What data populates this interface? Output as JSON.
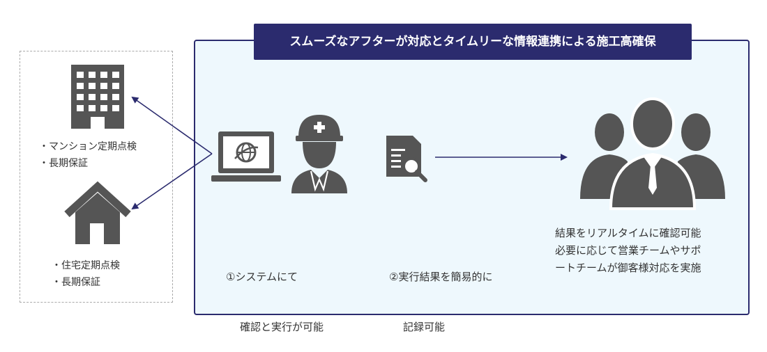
{
  "banner": {
    "title": "スムーズなアフターが対応とタイムリーな情報連携による施工高確保"
  },
  "left_panel": {
    "building": {
      "icon": "building-icon",
      "items": [
        "マンション定期点検",
        "長期保証"
      ]
    },
    "house": {
      "icon": "house-icon",
      "items": [
        "住宅定期点検",
        "長期保証"
      ]
    }
  },
  "steps": [
    {
      "icon": "laptop-globe-icon",
      "caption_line1": "①システムにて",
      "caption_line2": "確認と実行が可能"
    },
    {
      "icon": "document-search-icon",
      "caption_line1": "②実行結果を簡易的に",
      "caption_line2": "記録可能"
    }
  ],
  "worker": {
    "icon": "construction-worker-icon"
  },
  "team": {
    "icon": "business-team-icon",
    "lines": [
      "結果をリアルタイムに確認可能",
      "必要に応じて営業チームやサポ",
      "ートチームが御客様対応を実施"
    ]
  },
  "colors": {
    "navy": "#2b2b6e",
    "panel_bg": "#eef8fd",
    "icon_gray": "#555555",
    "dashed": "#aaaaaa"
  }
}
